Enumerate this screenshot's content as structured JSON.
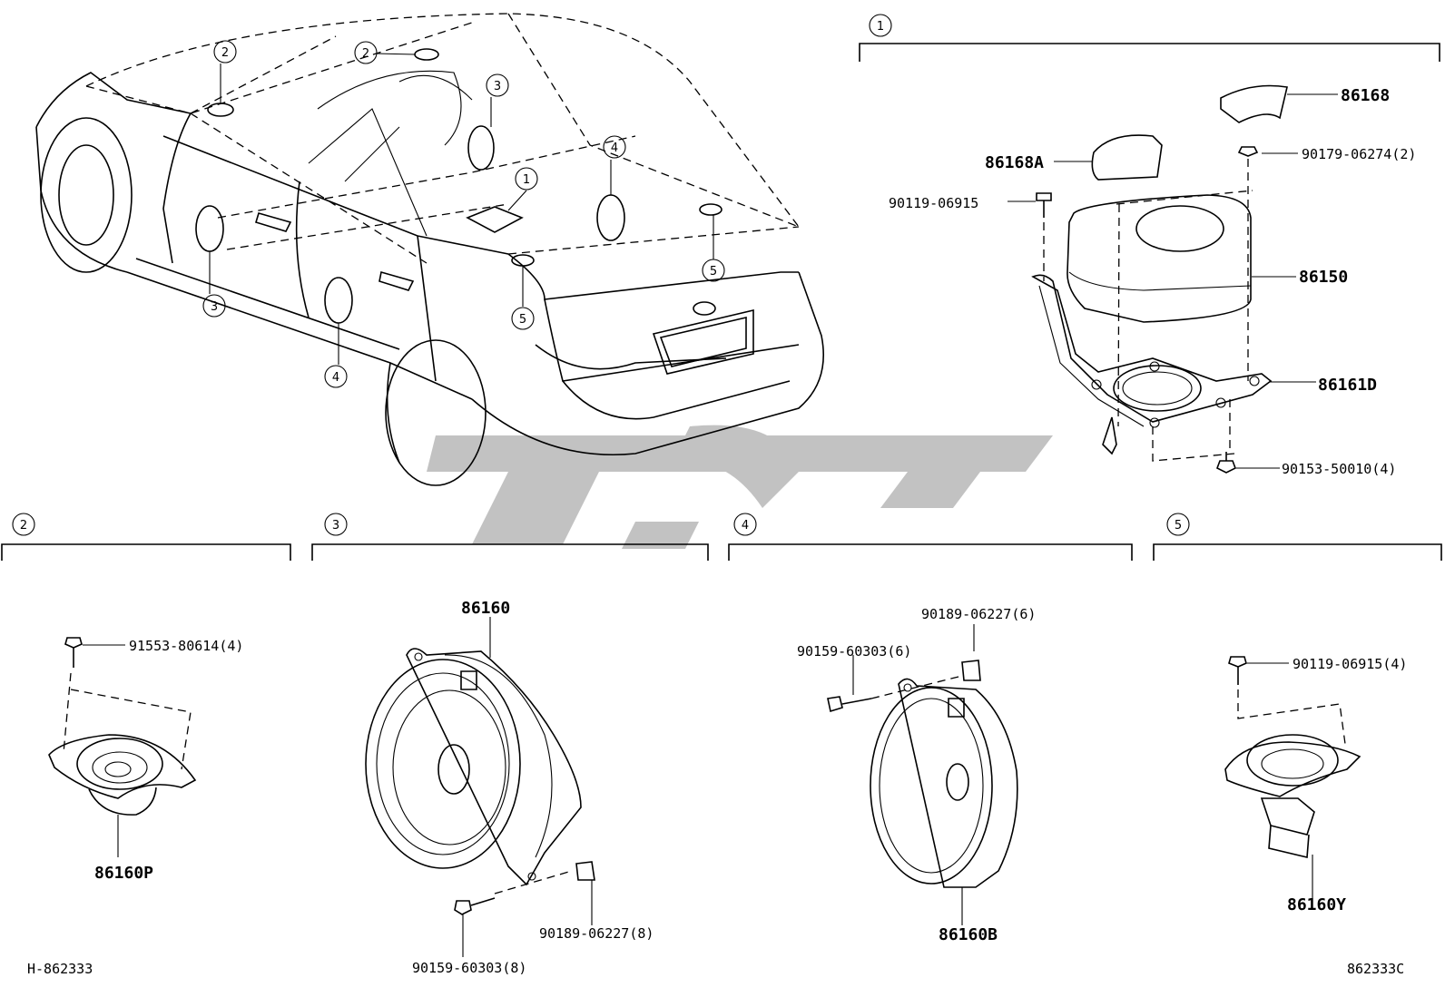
{
  "sections": [
    {
      "num": "1"
    },
    {
      "num": "2"
    },
    {
      "num": "3"
    },
    {
      "num": "4"
    },
    {
      "num": "5"
    }
  ],
  "car_callouts": [
    "2",
    "2",
    "3",
    "3",
    "4",
    "4",
    "1",
    "5",
    "5"
  ],
  "parts": {
    "amp_cover_top": "86168",
    "amp_cover_side": "86168A",
    "amp_bolt_top": "90179-06274(2)",
    "amp_bolt_left": "90119-06915",
    "amplifier": "86150",
    "amp_bracket": "86161D",
    "amp_bolt_bottom": "90153-50010(4)",
    "tweeter_screw": "91553-80614(4)",
    "tweeter": "86160P",
    "front_speaker": "86160",
    "front_clip": "90189-06227(8)",
    "front_screw": "90159-60303(8)",
    "rear_clip": "90189-06227(6)",
    "rear_screw": "90159-60303(6)",
    "rear_speaker": "86160B",
    "shelf_screw": "90119-06915(4)",
    "shelf_speaker": "86160Y"
  },
  "footer": {
    "left_code": "H-862333",
    "right_code": "862333C"
  }
}
